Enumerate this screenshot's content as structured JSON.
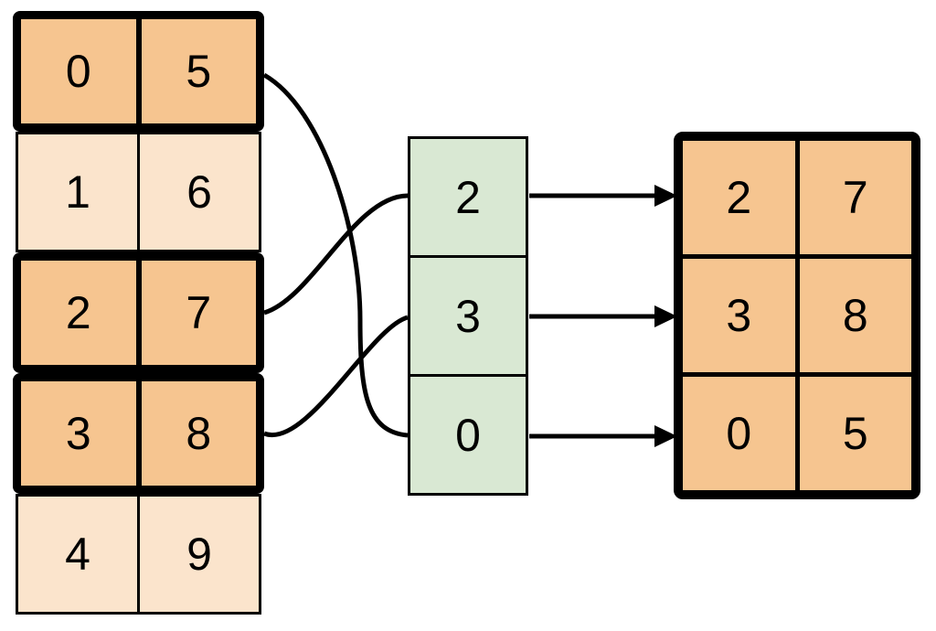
{
  "colors": {
    "background": "#ffffff",
    "highlight_fill": "#f6c590",
    "normal_fill": "#fbe4cc",
    "index_fill": "#d9e8d3",
    "line": "#000000"
  },
  "source_table": {
    "rows": [
      {
        "cells": [
          "0",
          "5"
        ],
        "highlighted": true
      },
      {
        "cells": [
          "1",
          "6"
        ],
        "highlighted": false
      },
      {
        "cells": [
          "2",
          "7"
        ],
        "highlighted": true
      },
      {
        "cells": [
          "3",
          "8"
        ],
        "highlighted": true
      },
      {
        "cells": [
          "4",
          "9"
        ],
        "highlighted": false
      }
    ]
  },
  "index_column": {
    "cells": [
      "2",
      "3",
      "0"
    ]
  },
  "result_table": {
    "rows": [
      {
        "cells": [
          "2",
          "7"
        ]
      },
      {
        "cells": [
          "3",
          "8"
        ]
      },
      {
        "cells": [
          "0",
          "5"
        ]
      }
    ]
  },
  "connections": {
    "curves": [
      {
        "from_source_row": 2,
        "to_index_cell": "2"
      },
      {
        "from_source_row": 3,
        "to_index_cell": "3"
      },
      {
        "from_source_row": 0,
        "to_index_cell": "0"
      }
    ],
    "arrows": [
      {
        "from_index_cell": "2",
        "to_result_row": 0
      },
      {
        "from_index_cell": "3",
        "to_result_row": 1
      },
      {
        "from_index_cell": "0",
        "to_result_row": 2
      }
    ]
  }
}
